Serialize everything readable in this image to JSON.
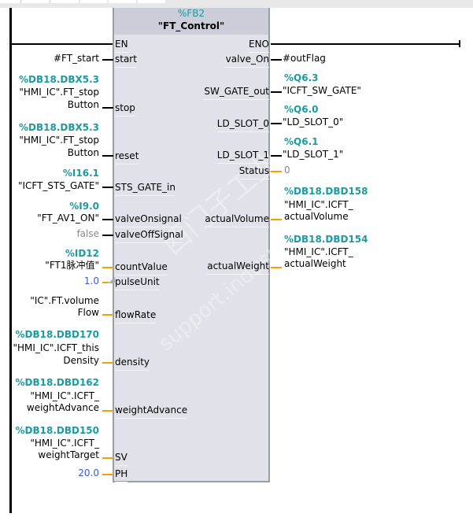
{
  "block": {
    "address": "%FB2",
    "name": "\"FT_Control\""
  },
  "inputs": [
    {
      "pin": "EN"
    },
    {
      "pin": "start",
      "operand": "#FT_start"
    },
    {
      "pin": "stop",
      "address": "%DB18.DBX5.3",
      "operand_line1": "\"HMI_IC\".FT_stop",
      "operand_line2": "Button"
    },
    {
      "pin": "reset",
      "address": "%DB18.DBX5.3",
      "operand_line1": "\"HMI_IC\".FT_stop",
      "operand_line2": "Button"
    },
    {
      "pin": "STS_GATE_in",
      "address": "%I16.1",
      "operand": "\"ICFT_STS_GATE\""
    },
    {
      "pin": "valveOnsignal",
      "address": "%I9.0",
      "operand": "\"FT_AV1_ON\""
    },
    {
      "pin": "valveOffSignal",
      "operand": "false"
    },
    {
      "pin": "countValue",
      "address": "%ID12",
      "operand": "\"FT1脉冲值\""
    },
    {
      "pin": "pulseUnit",
      "operand": "1.0"
    },
    {
      "pin": "flowRate",
      "operand_line1": "\"IC\".FT.volume",
      "operand_line2": "Flow"
    },
    {
      "pin": "density",
      "address": "%DB18.DBD170",
      "operand_line1": "\"HMI_IC\".ICFT_this",
      "operand_line2": "Density"
    },
    {
      "pin": "weightAdvance",
      "address": "%DB18.DBD162",
      "operand_line1": "\"HMI_IC\".ICFT_",
      "operand_line2": "weightAdvance"
    },
    {
      "pin": "SV",
      "address": "%DB18.DBD150",
      "operand_line1": "\"HMI_IC\".ICFT_",
      "operand_line2": "weightTarget"
    },
    {
      "pin": "PH",
      "operand": "20.0"
    }
  ],
  "outputs": [
    {
      "pin": "ENO"
    },
    {
      "pin": "valve_On",
      "operand": "#outFlag"
    },
    {
      "pin": "SW_GATE_out",
      "address": "%Q6.3",
      "operand": "\"ICFT_SW_GATE\""
    },
    {
      "pin": "LD_SLOT_0",
      "address": "%Q6.0",
      "operand": "\"LD_SLOT_0\""
    },
    {
      "pin": "LD_SLOT_1",
      "address": "%Q6.1",
      "operand": "\"LD_SLOT_1\""
    },
    {
      "pin": "Status",
      "operand": "0"
    },
    {
      "pin": "actualVolume",
      "address": "%DB18.DBD158",
      "operand_line1": "\"HMI_IC\".ICFT_",
      "operand_line2": "actualVolume"
    },
    {
      "pin": "actualWeight",
      "address": "%DB18.DBD154",
      "operand_line1": "\"HMI_IC\".ICFT_",
      "operand_line2": "actualWeight"
    }
  ],
  "watermark": {
    "line1": "西门子工业 技术论坛",
    "line2": "support.industry.siemens.com"
  },
  "colors": {
    "address": "#1c9aa0",
    "bool_wire": "#000000",
    "analog_wire": "#f5a000",
    "constant_blue": "#3a5bd0",
    "block_body": "#e0e1e9",
    "block_header": "#cbcdd8"
  }
}
